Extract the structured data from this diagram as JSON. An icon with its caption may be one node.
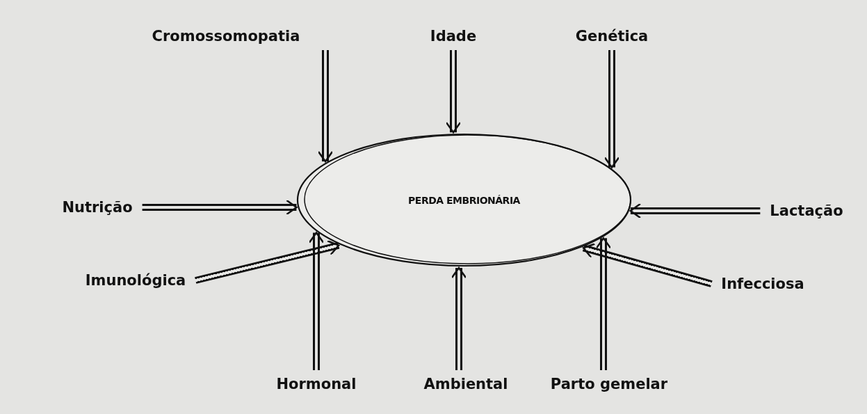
{
  "diagram": {
    "nodes": [
      {
        "text": [
          "PERDA EMBRIONÁRIA"
        ]
      },
      {
        "text": [
          "Cromossomopatia"
        ]
      },
      {
        "text": [
          "Idade"
        ]
      },
      {
        "text": [
          "Genética"
        ]
      },
      {
        "text": [
          "Nutrição"
        ]
      },
      {
        "text": [
          "Lactação"
        ]
      },
      {
        "text": [
          "Imunológica"
        ]
      },
      {
        "text": [
          "Infecciosa"
        ]
      },
      {
        "text": [
          "Hormonal"
        ]
      },
      {
        "text": [
          "Ambiental"
        ]
      },
      {
        "text": [
          "Parto gemelar"
        ]
      }
    ],
    "edges": [
      {
        "from": 1,
        "to": 0,
        "arrow": "to"
      },
      {
        "from": 2,
        "to": 0,
        "arrow": "to"
      },
      {
        "from": 3,
        "to": 0,
        "arrow": "to"
      },
      {
        "from": 4,
        "to": 0,
        "arrow": "to"
      },
      {
        "from": 5,
        "to": 0,
        "arrow": "to"
      },
      {
        "from": 6,
        "to": 0,
        "arrow": "to"
      },
      {
        "from": 7,
        "to": 0,
        "arrow": "to"
      },
      {
        "from": 8,
        "to": 0,
        "arrow": "to"
      },
      {
        "from": 9,
        "to": 0,
        "arrow": "to"
      },
      {
        "from": 10,
        "to": 0,
        "arrow": "to"
      }
    ]
  }
}
